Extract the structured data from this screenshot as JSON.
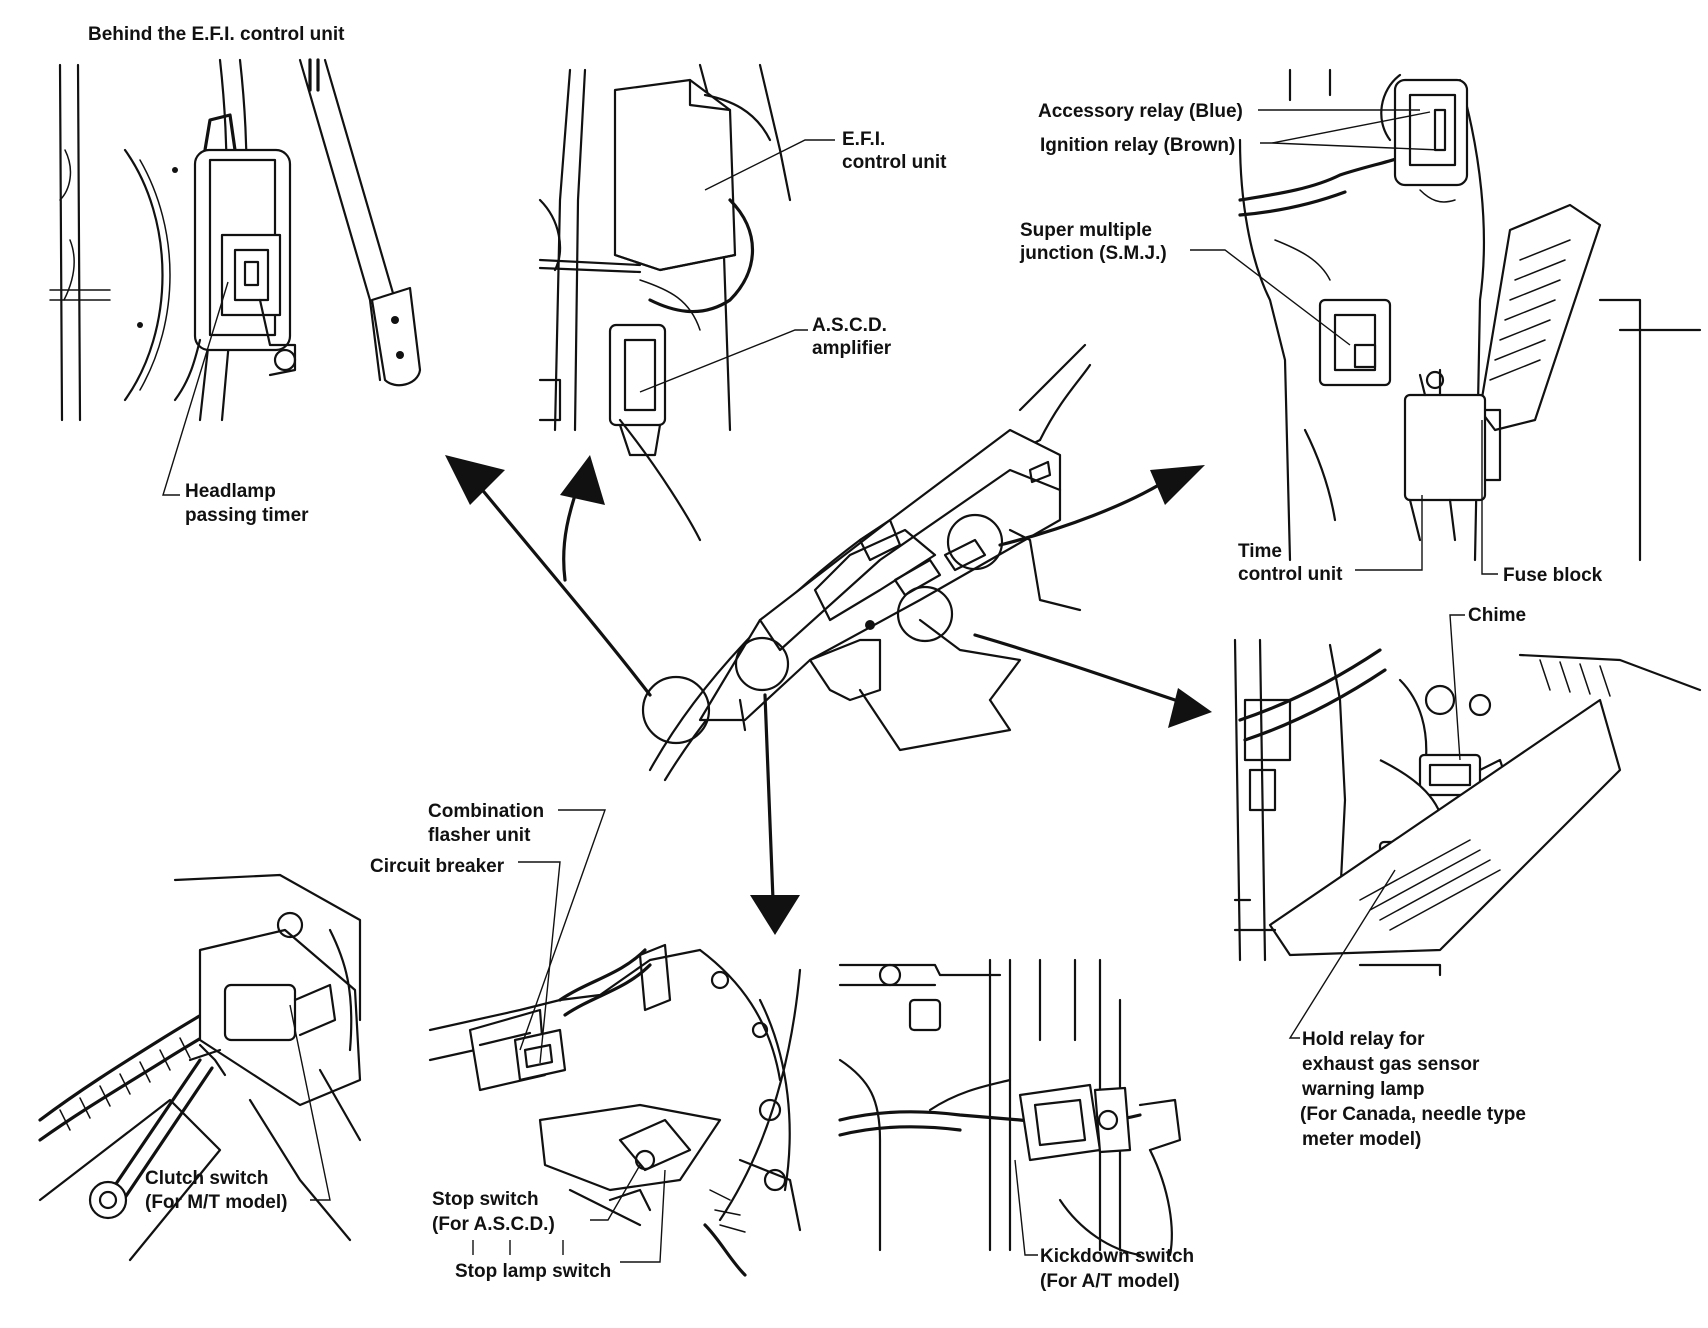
{
  "labels": {
    "behind_efi": "Behind the E.F.I. control unit",
    "headlamp_1": "Headlamp",
    "headlamp_2": "passing timer",
    "efi_1": "E.F.I.",
    "efi_2": "control unit",
    "ascd_1": "A.S.C.D.",
    "ascd_2": "amplifier",
    "accessory_relay": "Accessory relay (Blue)",
    "ignition_relay": "Ignition relay (Brown)",
    "smj_1": "Super multiple",
    "smj_2": "junction (S.M.J.)",
    "time_1": "Time",
    "time_2": "control unit",
    "fuse_block": "Fuse block",
    "chime": "Chime",
    "hold_1": "Hold relay for",
    "hold_2": "exhaust gas sensor",
    "hold_3": "warning lamp",
    "hold_4": "(For Canada, needle type",
    "hold_5": "meter model)",
    "flasher_1": "Combination",
    "flasher_2": "flasher unit",
    "circuit_breaker": "Circuit breaker",
    "stop_switch_1": "Stop switch",
    "stop_switch_2": "(For A.S.C.D.)",
    "stop_lamp": "Stop lamp switch",
    "clutch_1": "Clutch switch",
    "clutch_2": "(For M/T model)",
    "kickdown_1": "Kickdown switch",
    "kickdown_2": "(For A/T model)"
  }
}
